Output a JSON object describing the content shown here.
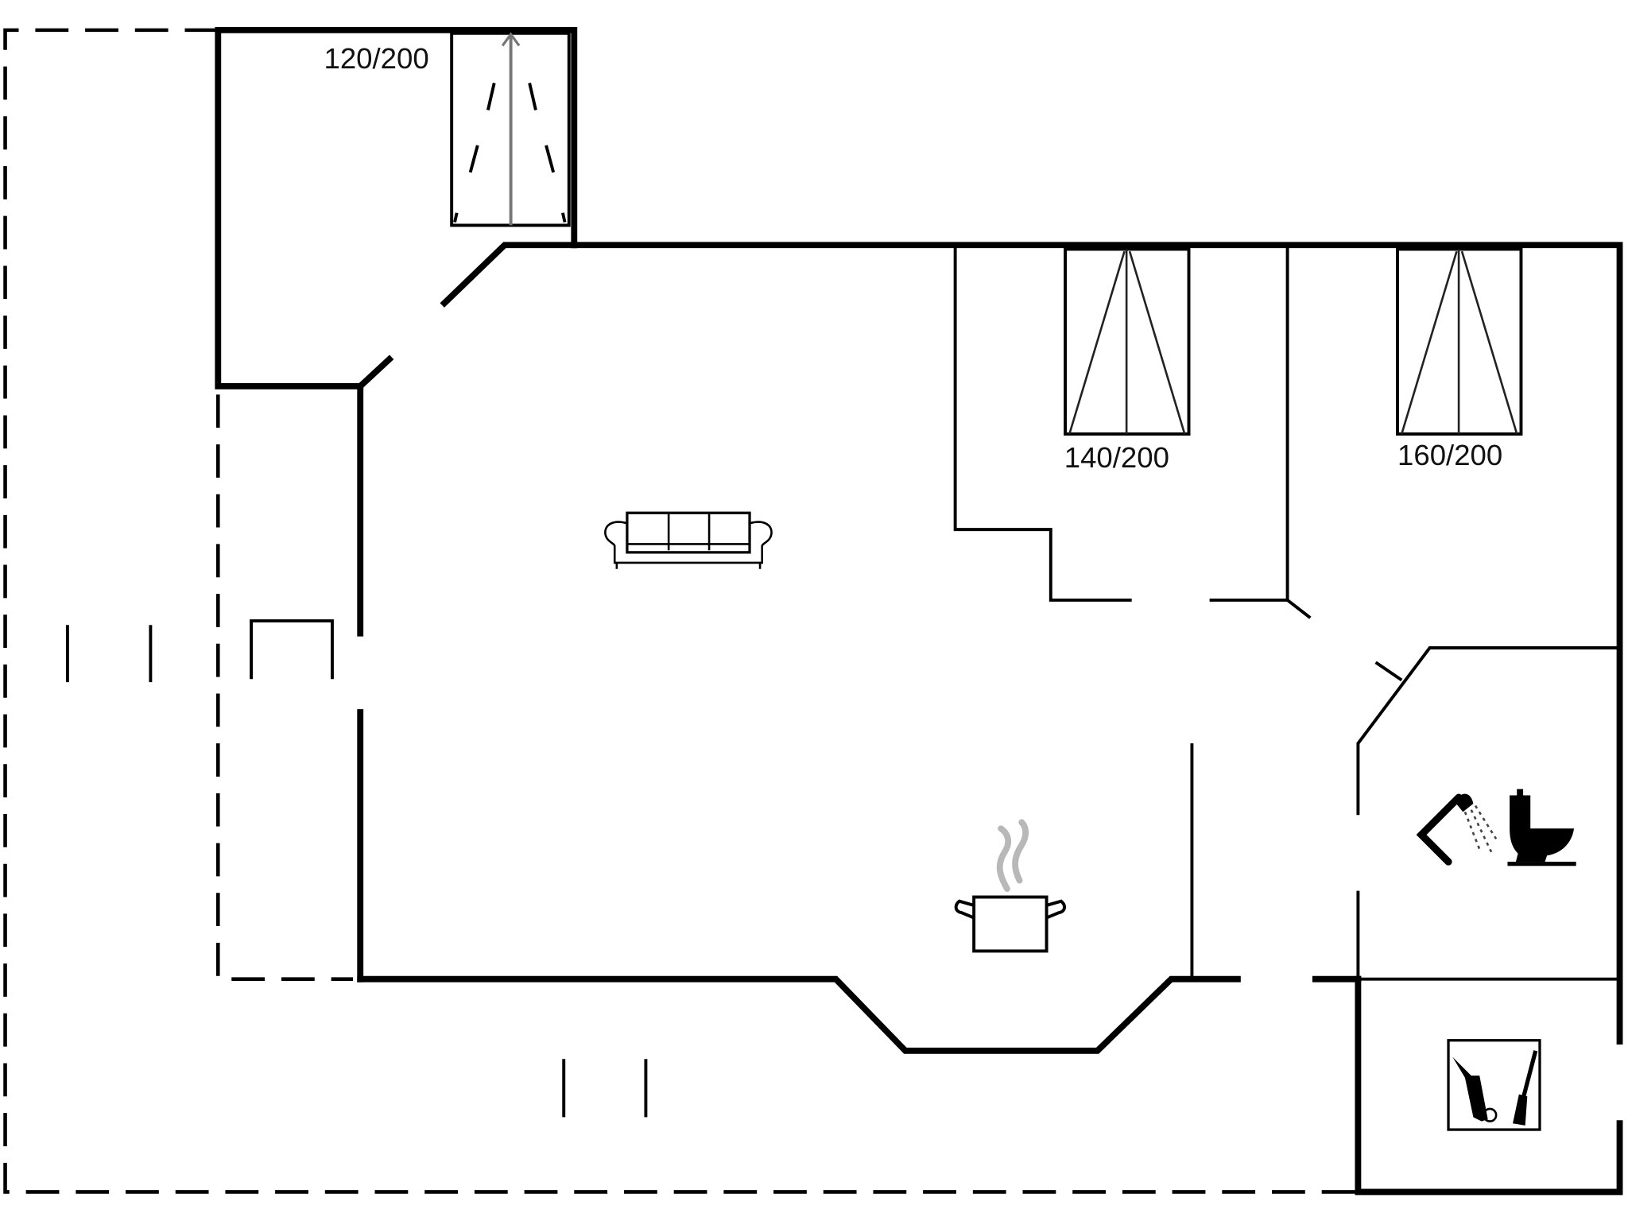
{
  "plan": {
    "type": "floor-plan",
    "stroke_color": "#000000",
    "background_color": "#ffffff",
    "rooms": [
      {
        "id": "bedroom-1",
        "bed_label": "120/200"
      },
      {
        "id": "bedroom-2",
        "bed_label": "140/200"
      },
      {
        "id": "bedroom-3",
        "bed_label": "160/200"
      },
      {
        "id": "living-room",
        "icon": "sofa-icon"
      },
      {
        "id": "kitchen",
        "icon": "cooking-pot-icon"
      },
      {
        "id": "bathroom",
        "icons": [
          "shower-icon",
          "toilet-icon"
        ]
      },
      {
        "id": "utility-room",
        "icon": "cleaning-tools-icon"
      }
    ],
    "labels": {
      "bed_1": "120/200",
      "bed_2": "140/200",
      "bed_3": "160/200"
    },
    "colors": {
      "wall": "#000000",
      "steam": "#b8b8b8",
      "text": "#111111"
    }
  }
}
